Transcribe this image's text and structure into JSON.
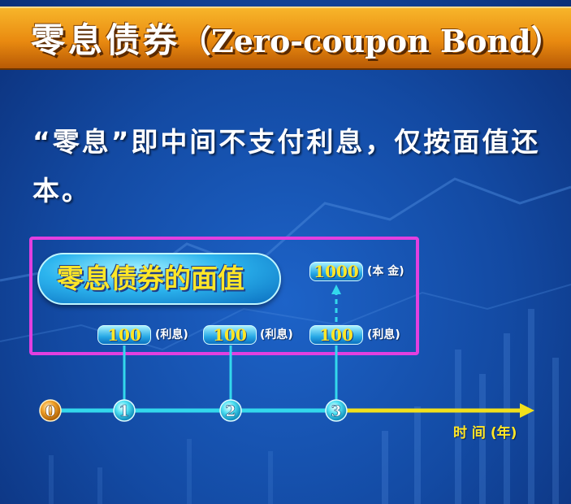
{
  "title": {
    "zh": "零息债券",
    "en": "（Zero-coupon Bond）"
  },
  "description": "“零息”即中间不支付利息，仅按面值还本。",
  "diagram": {
    "face_value_label": "零息债券的面值",
    "principal": {
      "value": "1000",
      "note": "(本 金)"
    },
    "interest_payments": [
      {
        "value": "100",
        "note": "(利息)"
      },
      {
        "value": "100",
        "note": "(利息)"
      },
      {
        "value": "100",
        "note": "(利息)"
      }
    ],
    "timeline": {
      "points": [
        "0",
        "1",
        "2",
        "3"
      ],
      "axis_label": "时 间 (年)"
    }
  },
  "colors": {
    "title_bar": "#e98a10",
    "highlight_border": "#e23fe0",
    "label_yellow": "#ffe627",
    "axis_cyan": "#33d8ec",
    "axis_yellow": "#f2e01c"
  }
}
